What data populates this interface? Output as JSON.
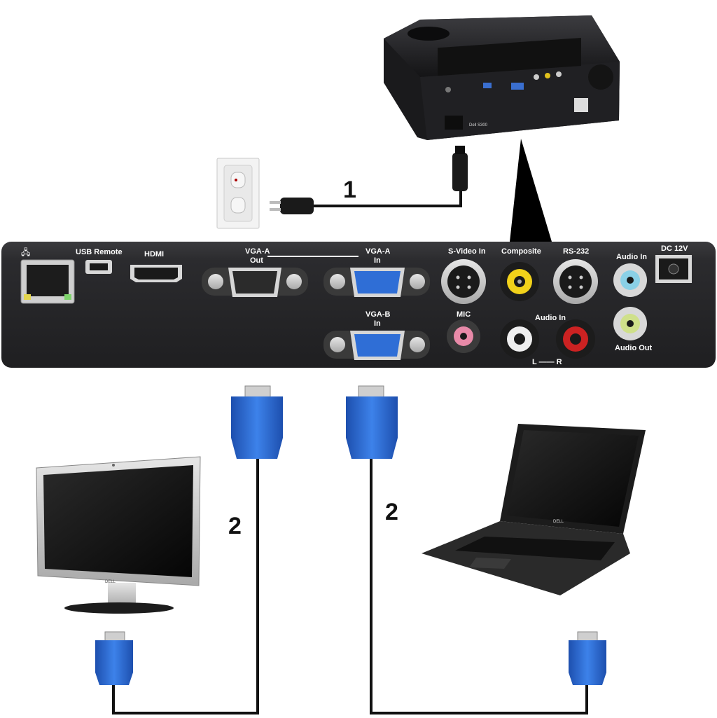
{
  "callouts": {
    "power": "1",
    "vga_monitor": "2",
    "vga_laptop": "2"
  },
  "panel": {
    "usb_remote": "USB Remote",
    "hdmi": "HDMI",
    "vga_a_out": "VGA-A",
    "vga_a_out_sub": "Out",
    "vga_a_in": "VGA-A",
    "vga_a_in_sub": "In",
    "vga_b_in": "VGA-B",
    "vga_b_in_sub": "In",
    "svideo_in": "S-Video In",
    "composite": "Composite",
    "rs232": "RS-232",
    "audio_in_top": "Audio In",
    "dc12v": "DC 12V",
    "mic": "MIC",
    "audio_in_lr": "Audio In",
    "lr_label": "L —— R",
    "audio_out": "Audio Out"
  },
  "branding": {
    "projector_model": "Dell S300",
    "monitor_logo": "DELL",
    "laptop_logo": "DELL"
  },
  "colors": {
    "vga_blue": "#2f6ed6",
    "panel_dark": "#2a2a2c",
    "cable": "#111111",
    "composite_yellow": "#f2d21a",
    "mic_pink": "#e88aa8",
    "audio_in_blue": "#8ad0e6",
    "audio_out_green": "#cfe08a",
    "audio_r_red": "#cc2222"
  }
}
